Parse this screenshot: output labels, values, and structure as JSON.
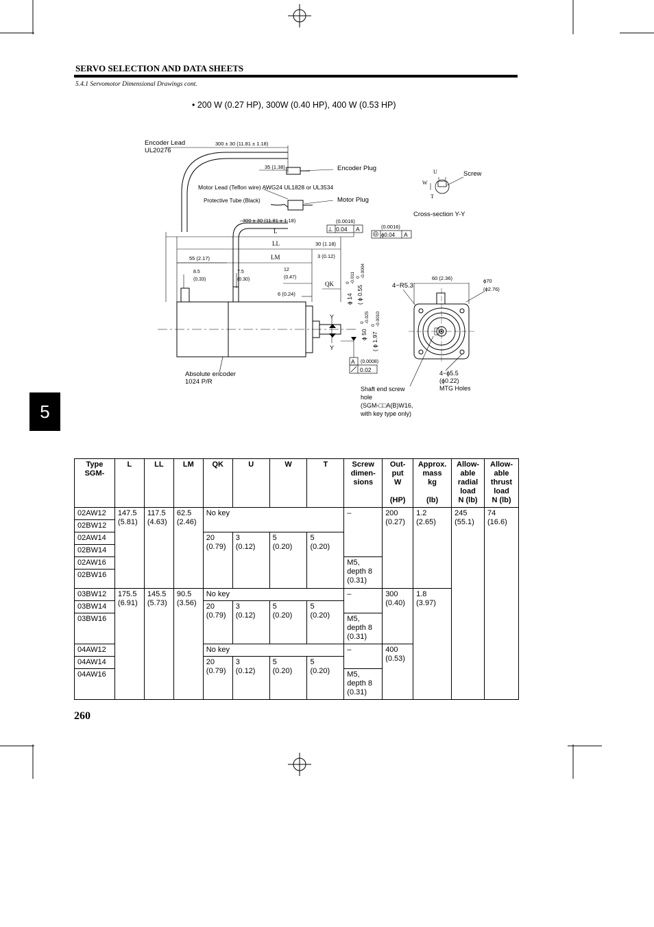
{
  "header": {
    "section_title": "SERVO SELECTION AND DATA SHEETS",
    "subsection": "5.4.1 Servomotor Dimensional Drawings cont."
  },
  "bullet": "• 200 W (0.27 HP), 300W (0.40 HP), 400 W (0.53 HP)",
  "chapter_tab": "5",
  "page_number": "260",
  "drawing": {
    "encoder_lead": [
      "Encoder Lead",
      "UL20276"
    ],
    "lead_length_top": "300 ± 30 (11.81 ± 1.18)",
    "plug_length": "35 (1.38)",
    "encoder_plug": "Encoder Plug",
    "motor_lead": "Motor Lead (Teflon wire) AWG24  UL1828 or UL3534",
    "protective_tube": "Protective Tube (Black)",
    "motor_plug": "Motor Plug",
    "lead_length_mid": "300 ± 30 (11.81 ± 1.18)",
    "dim_L": "L",
    "dim_LL": "LL",
    "dim_LM": "LM",
    "dim_QK": "QK",
    "dim_30": "30 (1.18)",
    "dim_3": "3 (0.12)",
    "dim_55": "55 (2.17)",
    "dim_8_5": [
      "8.5",
      "(0.33)"
    ],
    "dim_7_5": [
      "7.5",
      "(0.30)"
    ],
    "dim_12": [
      "12",
      "(0.47)"
    ],
    "dim_6": "6  (0.24)",
    "perp_tol_top": "(0.0016)",
    "perp_tol": "0.04",
    "datum_a": "A",
    "conc_tol_top": "(0.0016)",
    "conc_tol": "ϕ0.04",
    "shaft_dia": "ϕ  14",
    "shaft_tol": [
      "0",
      "-0.011"
    ],
    "shaft_in": "( ϕ  0.55",
    "shaft_in_tol": [
      "0",
      "-0.0004"
    ],
    "pilot_dia": "ϕ  50",
    "pilot_tol": [
      "0",
      "-0.025"
    ],
    "pilot_in": "( ϕ  1.97",
    "pilot_in_tol": [
      "0",
      "-0.0010"
    ],
    "runout_top": "(0.0008)",
    "runout": "0.02",
    "section_y": "Y",
    "absolute_encoder": [
      "Absolute encoder",
      "1024 P/R"
    ],
    "shaft_end_hole": [
      "Shaft end screw",
      "hole",
      "(SGM-□□A(B)W16,",
      "with key type only)"
    ],
    "corner_radius": "4−R5.3",
    "flange": "60 (2.36)",
    "bolt_circle": [
      "ϕ70",
      "(ϕ2.76)"
    ],
    "mtg_holes": [
      "4−ϕ5.5",
      "(ϕ0.22)",
      "MTG Holes"
    ],
    "cs_u": "U",
    "cs_w": "W",
    "cs_t": "T",
    "cs_screw": "Screw",
    "cross_section": "Cross-section Y-Y"
  },
  "table": {
    "headers": [
      [
        "Type",
        "SGM-"
      ],
      [
        "L"
      ],
      [
        "LL"
      ],
      [
        "LM"
      ],
      [
        "QK"
      ],
      [
        "U"
      ],
      [
        "W"
      ],
      [
        "T"
      ],
      [
        "Screw",
        "dimen-",
        "sions"
      ],
      [
        "Out-",
        "put",
        "W",
        "",
        "(HP)"
      ],
      [
        "Approx.",
        "mass",
        "kg",
        "",
        "(lb)"
      ],
      [
        "Allow-",
        "able",
        "radial",
        "load",
        "N (lb)"
      ],
      [
        "Allow-",
        "able",
        "thrust",
        "load",
        "N (lb)"
      ]
    ],
    "types": [
      "02AW12",
      "02BW12",
      "02AW14",
      "02BW14",
      "02AW16",
      "02BW16",
      "03BW12",
      "03BW14",
      "03BW16",
      "04AW12",
      "04AW14",
      "04AW16"
    ],
    "g200": {
      "L": "147.5\n(5.81)",
      "LL": "117.5\n(4.63)",
      "LM": "62.5\n(2.46)",
      "out": "200\n(0.27)",
      "mass": "1.2\n(2.65)"
    },
    "g300": {
      "L": "175.5\n(6.91)",
      "LL": "145.5\n(5.73)",
      "LM": "90.5\n(3.56)",
      "out": "300\n(0.40)",
      "mass": "1.8\n(3.97)"
    },
    "g400": {
      "out": "400\n(0.53)"
    },
    "radial": "245\n(55.1)",
    "thrust": "74\n(16.6)",
    "no_key": "No key",
    "QK": "20\n(0.79)",
    "U": "3\n(0.12)",
    "W": "5\n(0.20)",
    "T": "5\n(0.20)",
    "dash": "–",
    "screw": "M5,\ndepth 8\n(0.31)"
  }
}
